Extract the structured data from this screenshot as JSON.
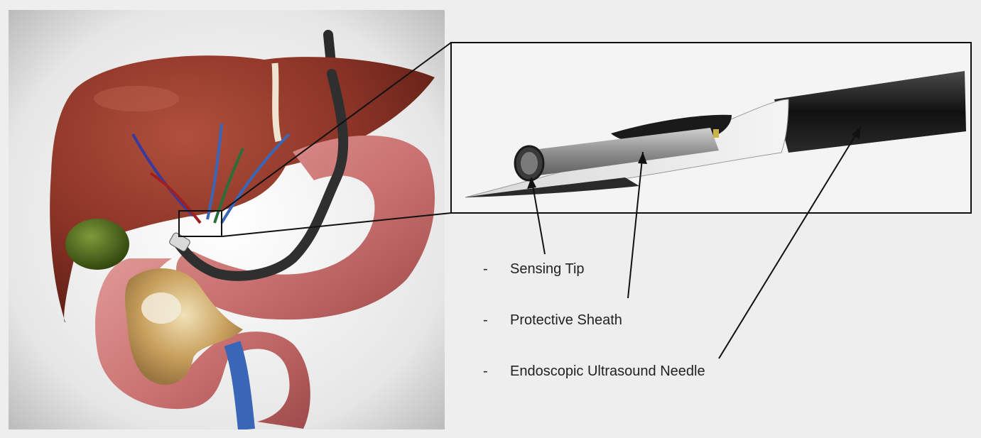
{
  "labels": [
    {
      "dash": "-",
      "text": "Sensing Tip"
    },
    {
      "dash": "-",
      "text": "Protective Sheath"
    },
    {
      "dash": "-",
      "text": "Endoscopic Ultrasound Needle"
    }
  ],
  "colors": {
    "background": "#eeeeee",
    "liver": "#8a3326",
    "stomach": "#c8706f",
    "pancreas": "#c9a15e",
    "gallbladder": "#4d6a1f",
    "vessel_blue": "#3a66b8",
    "needle_dark": "#1a1a1a",
    "sheath_gray": "#8f8f8f",
    "line": "#111111"
  }
}
